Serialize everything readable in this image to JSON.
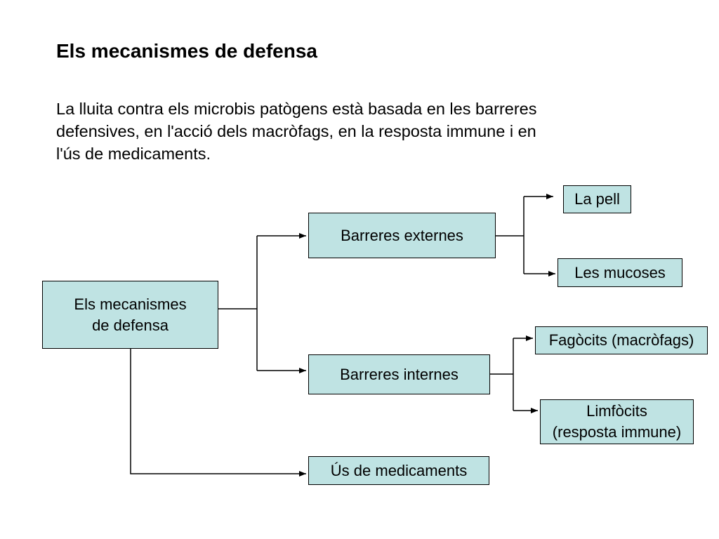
{
  "slide": {
    "title": "Els mecanismes de defensa",
    "intro": [
      "La lluita contra els microbis patògens està basada en les barreres",
      "defensives, en l'acció dels macròfags, en la resposta immune i en",
      "l'ús de medicaments."
    ]
  },
  "diagram": {
    "root": {
      "lines": [
        "Els mecanismes",
        "de defensa"
      ]
    },
    "barreres_externes": {
      "label": "Barreres externes"
    },
    "la_pell": {
      "label": "La pell"
    },
    "les_mucoses": {
      "label": "Les mucoses"
    },
    "barreres_internes": {
      "label": "Barreres internes"
    },
    "fagocits": {
      "label": "Fagòcits (macròfags)"
    },
    "limfocits": {
      "lines": [
        "Limfòcits",
        "(resposta immune)"
      ]
    },
    "medicaments": {
      "label": "Ús de medicaments"
    }
  },
  "colors": {
    "box_fill": "#bfe3e3",
    "line": "#000000",
    "background": "#ffffff"
  }
}
